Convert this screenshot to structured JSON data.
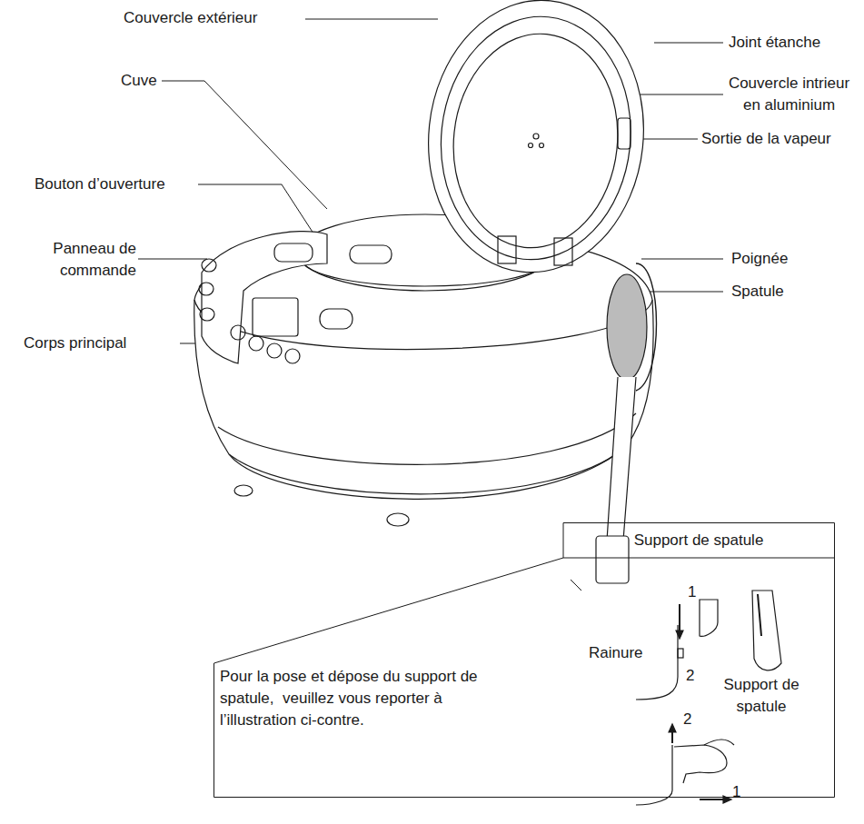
{
  "diagram": {
    "nodes": [
      {
        "text": [
          "Support de spatule",
          "Pour la pose et dépose du support de spatule,  veuillez vous reporter à l’illustration ci-contre."
        ]
      }
    ],
    "labels": [
      "Couvercle extérieur",
      "Joint étanche",
      "Couvercle intrieur en aluminium",
      "Sortie de la vapeur",
      "Cuve",
      "Bouton d’ouverture",
      "Panneau de commande",
      "Poignée",
      "Spatule",
      "Corps principal",
      "1",
      "Rainure",
      "2",
      "Support de spatule",
      "2",
      "1"
    ]
  }
}
